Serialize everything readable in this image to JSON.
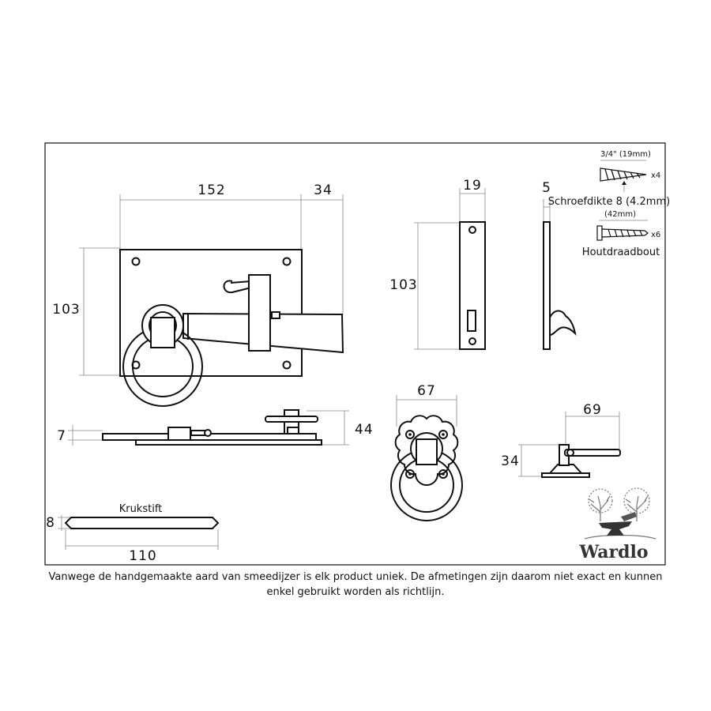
{
  "dimensions": {
    "latch_width": "152",
    "bar_extension": "34",
    "latch_height": "103",
    "keep_width": "19",
    "keep_height": "103",
    "keep_profile": "5",
    "profile_thickness": "7",
    "profile_height": "44",
    "pin_thickness": "8",
    "pin_length": "110",
    "ring_plate_width": "67",
    "lever_width": "69",
    "lever_height": "34"
  },
  "labels": {
    "pin": "Krukstift",
    "screw_length": "3/4\" (19mm)",
    "screw_thickness": "Schroefdikte 8 (4.2mm)",
    "screw_qty": "x4",
    "bolt_length": "(42mm)",
    "bolt_qty": "x6",
    "bolt_name": "Houtdraadbout"
  },
  "brand": {
    "name": "Wardlo"
  },
  "caption": "Vanwege de handgemaakte aard van smeedijzer is elk product uniek. De afmetingen zijn daarom niet exact en kunnen enkel gebruikt worden als richtlijn."
}
